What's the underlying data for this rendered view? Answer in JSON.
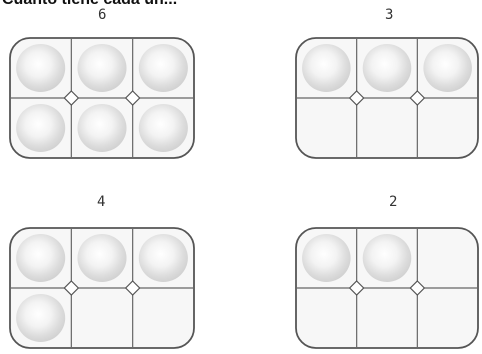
{
  "header": {
    "text": "Cuánto tiene cada un..."
  },
  "trays": [
    {
      "count": "6",
      "filled": 6
    },
    {
      "count": "3",
      "filled": 3
    },
    {
      "count": "4",
      "filled": 4
    },
    {
      "count": "2",
      "filled": 2
    }
  ]
}
